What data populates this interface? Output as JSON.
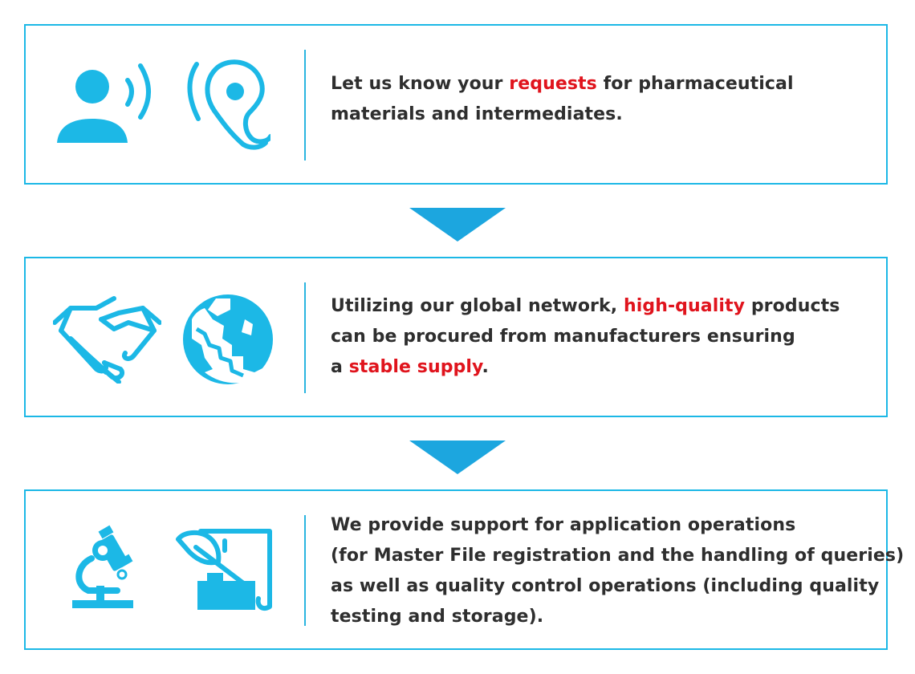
{
  "colors": {
    "accent": "#1cb8e6",
    "highlight": "#e0141d",
    "text": "#2e2e2e"
  },
  "steps": [
    {
      "icons": [
        "speaking-person-icon",
        "ear-icon"
      ],
      "lines": [
        {
          "before": "Let us know your ",
          "highlight": "requests",
          "after": " for pharmaceutical"
        },
        {
          "before": "materials and intermediates.",
          "highlight": "",
          "after": ""
        }
      ]
    },
    {
      "icons": [
        "handshake-icon",
        "globe-icon"
      ],
      "lines": [
        {
          "before": "Utilizing our global network, ",
          "highlight": "high-quality",
          "after": " products"
        },
        {
          "before": "can be procured from manufacturers ensuring",
          "highlight": "",
          "after": ""
        },
        {
          "before": "a ",
          "highlight": "stable supply",
          "after": "."
        }
      ]
    },
    {
      "icons": [
        "microscope-icon",
        "document-quill-icon"
      ],
      "lines": [
        {
          "before": "We provide support for application operations",
          "highlight": "",
          "after": ""
        },
        {
          "before": "(for Master File registration and the handling of queries)",
          "highlight": "",
          "after": ""
        },
        {
          "before": "as well as quality control operations (including quality",
          "highlight": "",
          "after": ""
        },
        {
          "before": "testing and storage).",
          "highlight": "",
          "after": ""
        }
      ]
    }
  ]
}
